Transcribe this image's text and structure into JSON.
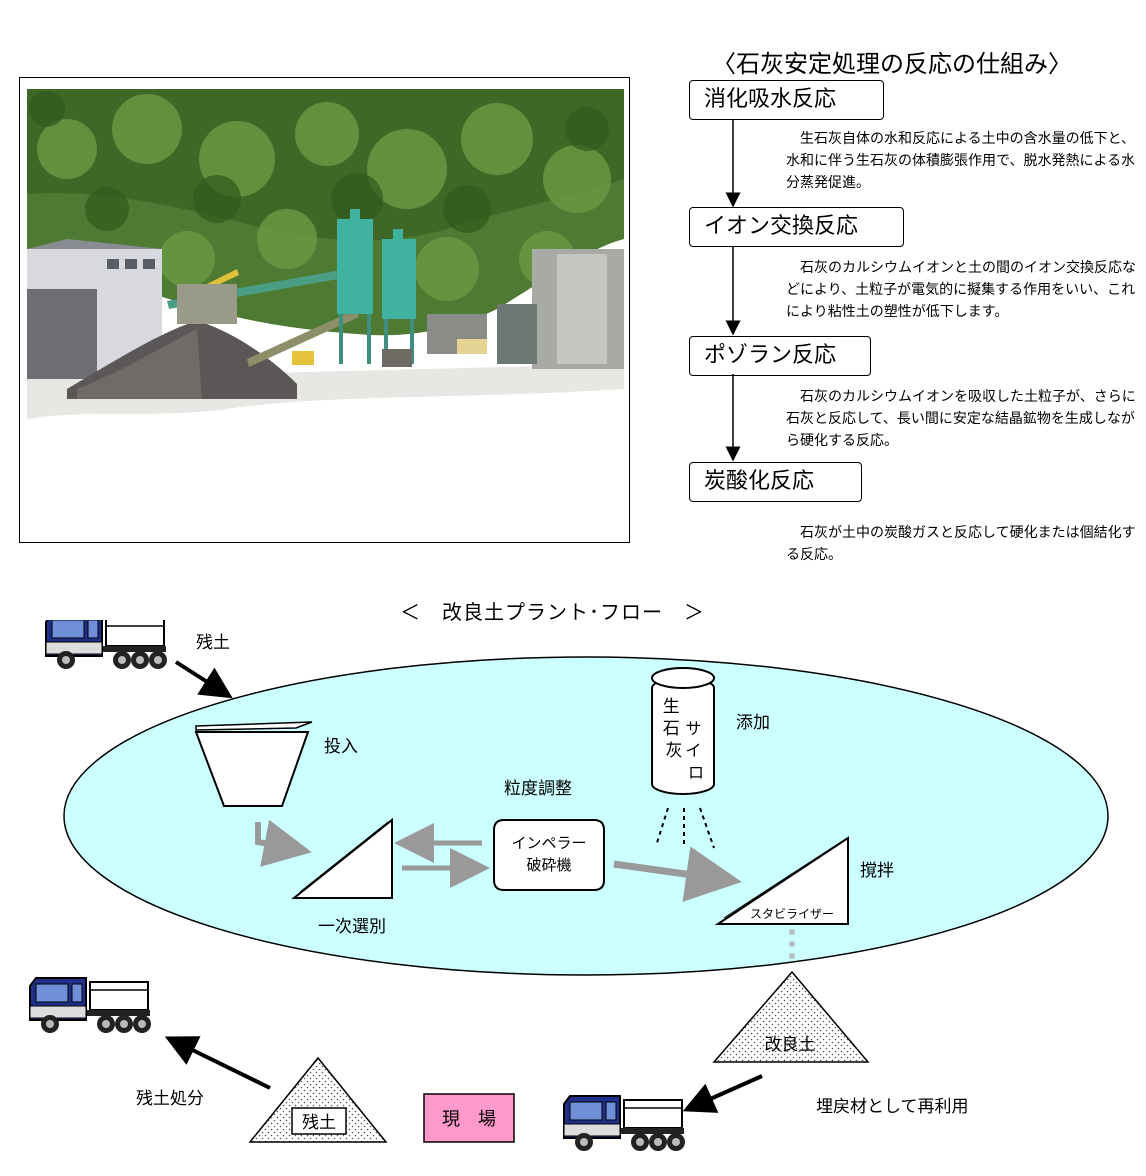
{
  "mechanism": {
    "title": "〈石灰安定処理の反応の仕組み〉",
    "steps": [
      {
        "label": "消化吸水反応",
        "desc": "生石灰自体の水和反応による土中の含水量の低下と、水和に伴う生石灰の体積膨張作用で、脱水発熱による水分蒸発促進。"
      },
      {
        "label": "イオン交換反応",
        "desc": "石灰のカルシウムイオンと土の間のイオン交換反応などにより、土粒子が電気的に擬集する作用をいい、これにより粘性土の塑性が低下します。"
      },
      {
        "label": "ポゾラン反応",
        "desc": "石灰のカルシウムイオンを吸収した土粒子が、さらに石灰と反応して、長い間に安定な結晶鉱物を生成しながら硬化する反応。"
      },
      {
        "label": "炭酸化反応",
        "desc": "石灰が土中の炭酸ガスと反応して硬化または個結化する反応。"
      }
    ]
  },
  "plant_flow": {
    "title": "＜　改良土プラント･フロー　＞",
    "labels": {
      "residual_soil_in": "残土",
      "input": "投入",
      "particle_adjust": "粒度調整",
      "additive": "添加",
      "silo_left": "生石灰",
      "silo_right": "サイロ",
      "crusher": "インペラー破砕機",
      "crusher_line1": "インペラー",
      "crusher_line2": "破砕機",
      "primary_sort": "一次選別",
      "mixing": "撹拌",
      "stabilizer": "スタビライザー",
      "improved_soil": "改良土",
      "residual_soil_pile": "残土",
      "residual_disposal": "残土処分",
      "site": "現　場",
      "reuse": "埋戻材として再利用"
    }
  },
  "colors": {
    "ellipse_fill": "#ccffff",
    "site_fill": "#ff99cc",
    "arrow_gray": "#999999",
    "truck_cab": "#1f2f8a"
  }
}
